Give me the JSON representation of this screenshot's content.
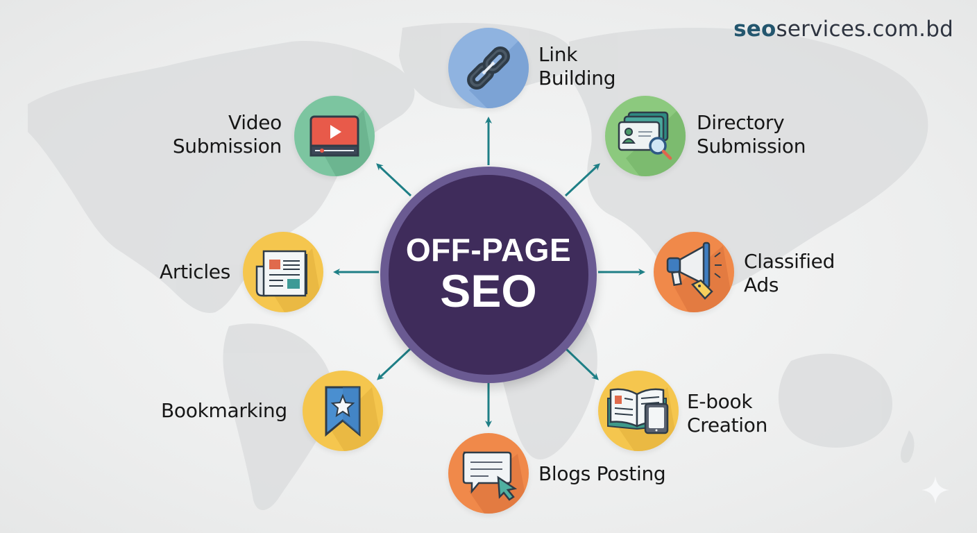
{
  "brand": {
    "part1": "seo",
    "part2": "services.com.bd",
    "accent_color": "#23566e"
  },
  "hub": {
    "line1": "OFF-PAGE",
    "line2": "SEO",
    "fill": "#3f2c5b",
    "ring": "#6a5a92"
  },
  "arrow_color": "#1e7f86",
  "nodes": [
    {
      "id": "link-building",
      "lines": [
        "Link",
        "Building"
      ],
      "icon": "chain-link-icon",
      "color": "#8fb3e0"
    },
    {
      "id": "directory-submission",
      "lines": [
        "Directory",
        "Submission"
      ],
      "icon": "id-card-search-icon",
      "color": "#8cc97e"
    },
    {
      "id": "classified-ads",
      "lines": [
        "Classified",
        "Ads"
      ],
      "icon": "megaphone-tag-icon",
      "color": "#f0894a"
    },
    {
      "id": "ebook-creation",
      "lines": [
        "E-book",
        "Creation"
      ],
      "icon": "open-book-tablet-icon",
      "color": "#f5c64e"
    },
    {
      "id": "blogs-posting",
      "lines": [
        "Blogs Posting"
      ],
      "icon": "chat-bubble-cursor-icon",
      "color": "#f0894a"
    },
    {
      "id": "bookmarking",
      "lines": [
        "Bookmarking"
      ],
      "icon": "bookmark-star-icon",
      "color": "#f5c64e"
    },
    {
      "id": "articles",
      "lines": [
        "Articles"
      ],
      "icon": "newspaper-icon",
      "color": "#f5c64e"
    },
    {
      "id": "video-submission",
      "lines": [
        "Video",
        "Submission"
      ],
      "icon": "video-player-icon",
      "color": "#7cc5a0"
    }
  ]
}
